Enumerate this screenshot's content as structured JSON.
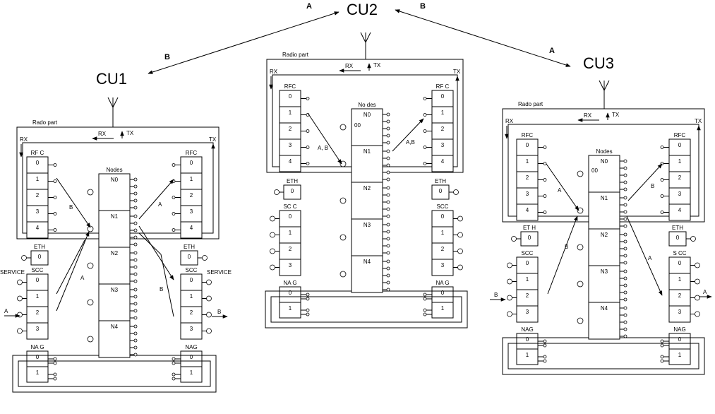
{
  "labels": {
    "a": "A",
    "b": "B",
    "ab": "A, B",
    "ab2": "A,B",
    "service": "SERVICE",
    "rx": "RX",
    "tx": "TX",
    "n0_marks": "00"
  },
  "units": [
    {
      "id": "cu1",
      "name": "CU1",
      "radio_label": "Rado part",
      "rfc_left": "RF C",
      "rfc_right": "RFC",
      "eth_left": "ETH",
      "eth_right": "ETH",
      "scc_left": "SCC",
      "scc_right": "SCC",
      "nag_left": "NA G",
      "nag_right": "NAG",
      "nodes_title": "Nodes",
      "nodes": [
        "N0",
        "N1",
        "N2",
        "N3",
        "N4"
      ],
      "rfc_cells": [
        "0",
        "1",
        "2",
        "3",
        "4"
      ],
      "scc_cells": [
        "0",
        "1",
        "2",
        "3"
      ],
      "eth_cells": [
        "0"
      ],
      "nag_cells": [
        "0",
        "1"
      ]
    },
    {
      "id": "cu2",
      "name": "CU2",
      "radio_label": "Radio part",
      "rfc_left": "RFC",
      "rfc_right": "RF C",
      "eth_left": "ETH",
      "eth_right": "ETH",
      "scc_left": "SC C",
      "scc_right": "SCC",
      "nag_left": "NA G",
      "nag_right": "NA G",
      "nodes_title": "No des",
      "nodes": [
        "N0",
        "N1",
        "N2",
        "N3",
        "N4"
      ],
      "rfc_cells": [
        "0",
        "1",
        "2",
        "3",
        "4"
      ],
      "scc_cells": [
        "0",
        "1",
        "2",
        "3"
      ],
      "eth_cells": [
        "0"
      ],
      "nag_cells": [
        "0",
        "1"
      ]
    },
    {
      "id": "cu3",
      "name": "CU3",
      "radio_label": "Rado part",
      "rfc_left": "RFC",
      "rfc_right": "RFC",
      "eth_left": "ET H",
      "eth_right": "ETH",
      "scc_left": "SCC",
      "scc_right": "S CC",
      "nag_left": "NAG",
      "nag_right": "NAG",
      "nodes_title": "Nodes",
      "nodes": [
        "N0",
        "N1",
        "N2",
        "N3",
        "N4"
      ],
      "rfc_cells": [
        "0",
        "1",
        "2",
        "3",
        "4"
      ],
      "scc_cells": [
        "0",
        "1",
        "2",
        "3"
      ],
      "eth_cells": [
        "0"
      ],
      "nag_cells": [
        "0",
        "1"
      ]
    }
  ]
}
